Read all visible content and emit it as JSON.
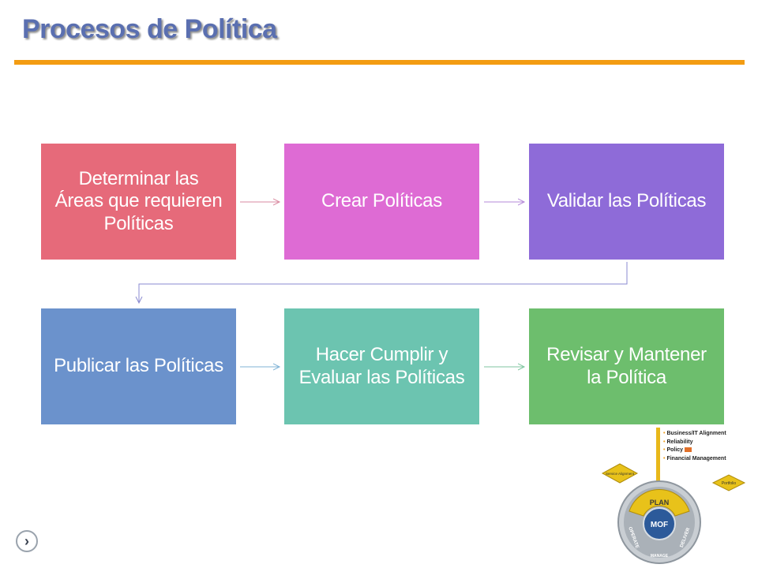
{
  "title": "Procesos de Política",
  "steps": [
    {
      "label": "Determinar las Áreas que requieren Políticas",
      "color": "#e66a7a"
    },
    {
      "label": "Crear Políticas",
      "color": "#de6bd4"
    },
    {
      "label": "Validar las Políticas",
      "color": "#8e6bd8"
    },
    {
      "label": "Publicar las Políticas",
      "color": "#6b92cc"
    },
    {
      "label": "Hacer Cumplir y Evaluar las Políticas",
      "color": "#6cc4b0"
    },
    {
      "label": "Revisar y Mantener la Política",
      "color": "#6dbe6d"
    }
  ],
  "mof": {
    "legend": [
      "Business/IT Alignment",
      "Reliability",
      "Policy",
      "Financial Management"
    ],
    "ring_top": "PLAN",
    "ring_left": "OPERATE",
    "ring_right": "DELIVER",
    "ring_bottom": "MANAGE",
    "center": "MOF",
    "tag_left": "Service Alignment",
    "tag_right": "Portfolio"
  },
  "colors": {
    "accent_rule": "#f39c12",
    "title": "#5a6fb0"
  },
  "nav_icon": "chevron-right-icon"
}
